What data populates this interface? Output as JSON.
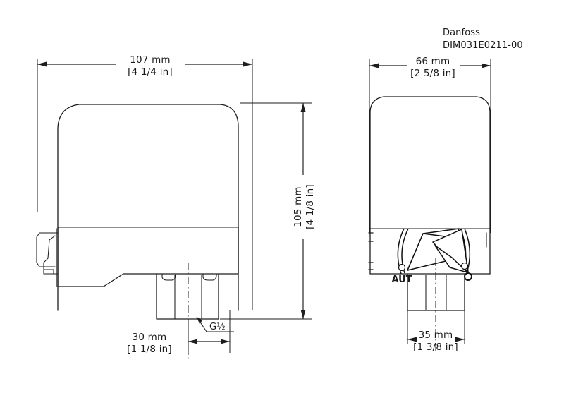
{
  "drawing": {
    "brand": "Danfoss",
    "doc_code": "DIM031E0211-00",
    "views": {
      "side": {
        "name": "side-view",
        "dimensions": {
          "width": {
            "mm": "107 mm",
            "inch": "[4 1/4 in]"
          },
          "height": {
            "mm": "105 mm",
            "inch": "[4 1/8 in]"
          },
          "spigot_offset": {
            "mm": "30 mm",
            "inch": "[1 1/8 in]"
          }
        },
        "thread_label": "G½"
      },
      "front": {
        "name": "front-view",
        "dimensions": {
          "width": {
            "mm": "66 mm",
            "inch": "[2 5/8 in]"
          },
          "base_width": {
            "mm": "35 mm",
            "inch": "[1 3/8 in]"
          }
        },
        "lever_label": "AUT"
      }
    },
    "colors": {
      "line": "#1d1d1d",
      "text": "#1a1a1a",
      "background": "#ffffff"
    }
  }
}
